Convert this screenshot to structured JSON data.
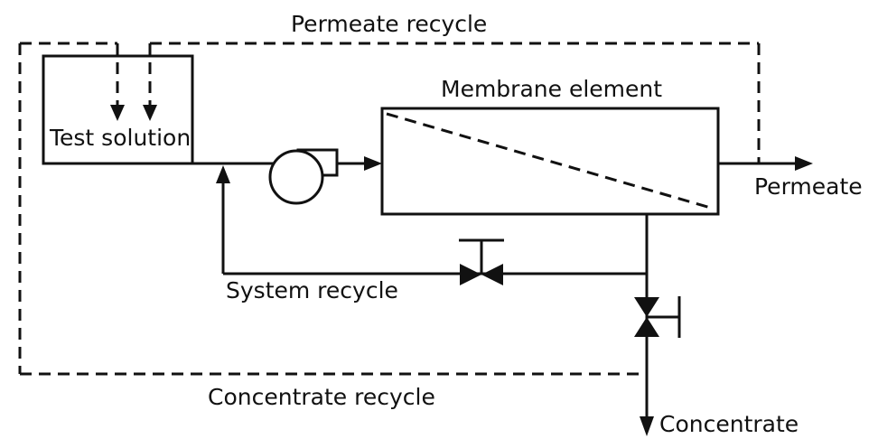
{
  "diagram": {
    "type": "process-flow-diagram",
    "subject": "membrane element test loop",
    "colors": {
      "line": "#111111",
      "background": "#ffffff",
      "valve_fill": "#111111"
    },
    "labels": {
      "permeate_recycle": "Permeate recycle",
      "membrane_element": "Membrane element",
      "test_solution": "Test solution",
      "permeate": "Permeate",
      "system_recycle": "System recycle",
      "concentrate_recycle": "Concentrate recycle",
      "concentrate": "Concentrate"
    },
    "streams": {
      "solid_lines": "process flow (feed, system recycle, permeate, concentrate)",
      "dashed_lines": "recycle return lines (permeate recycle, concentrate recycle)"
    }
  }
}
